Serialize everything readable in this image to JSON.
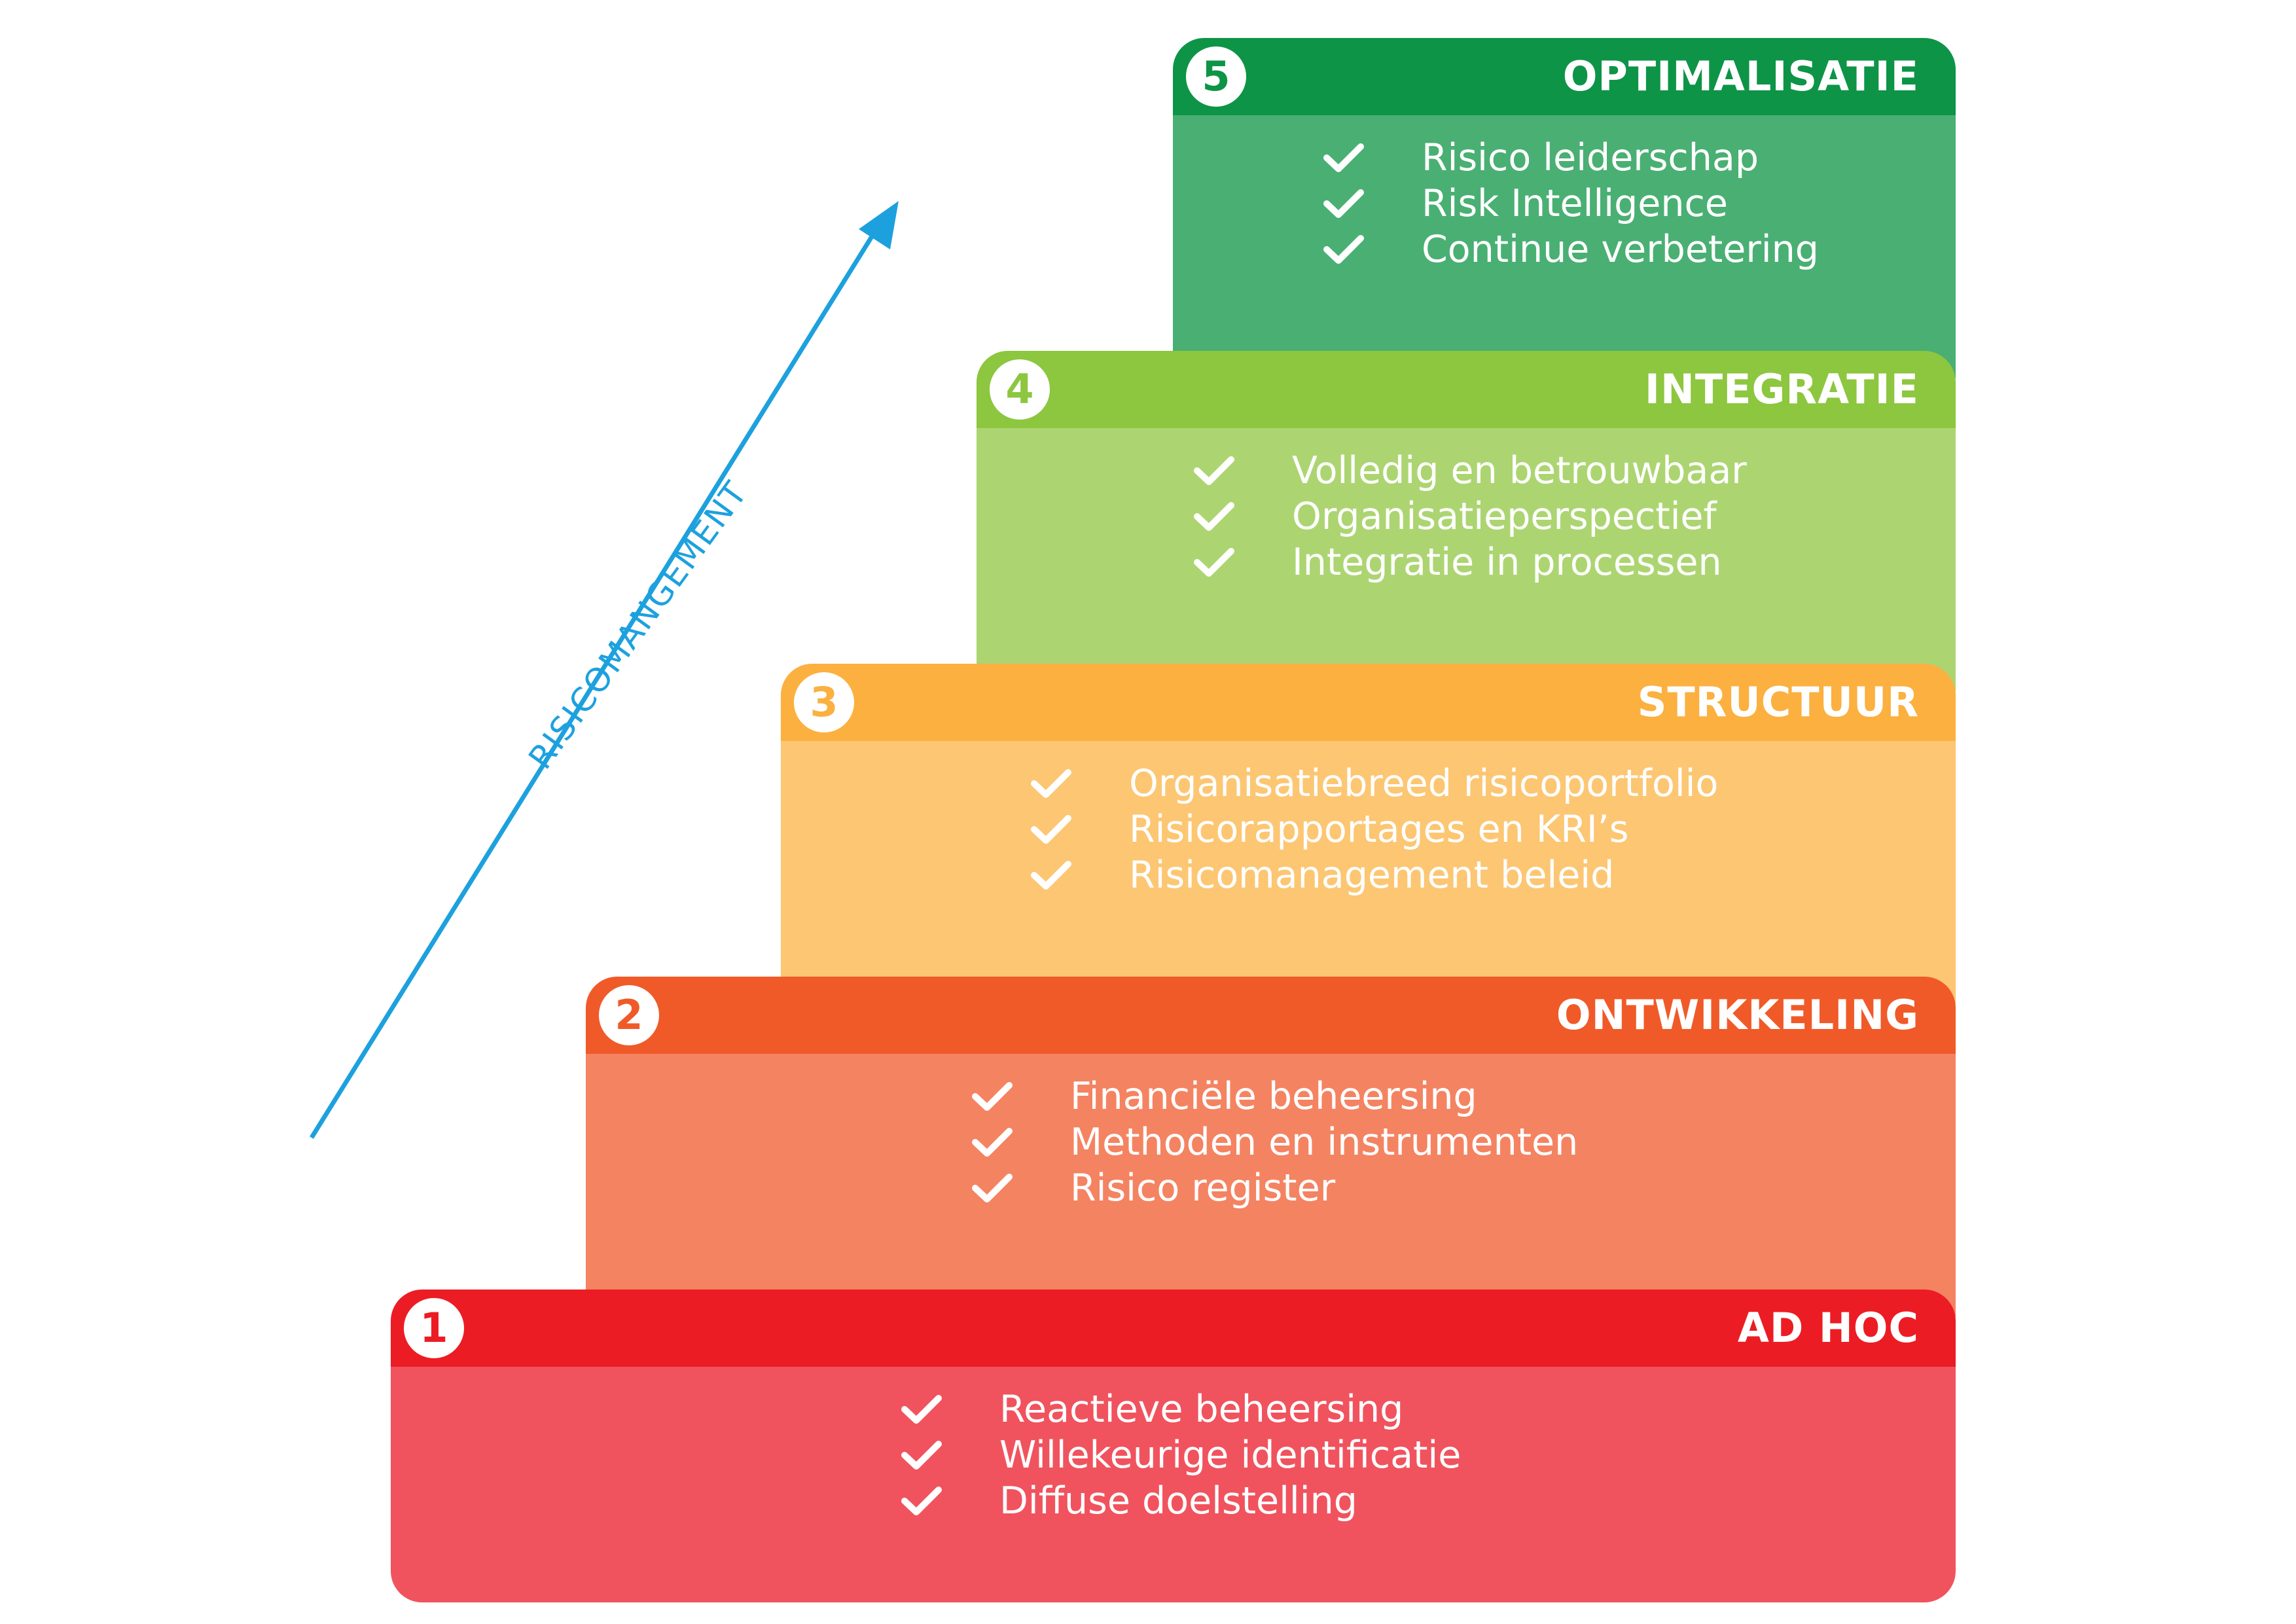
{
  "arrow": {
    "label": "RISICOMANGEMENT",
    "color": "#1da1de"
  },
  "levels": [
    {
      "number": "1",
      "title": "AD HOC",
      "header_color": "#ec1c24",
      "body_color": "#f0535e",
      "items": [
        "Reactieve beheersing",
        "Willekeurige identificatie",
        "Diffuse doelstelling"
      ]
    },
    {
      "number": "2",
      "title": "ONTWIKKELING",
      "header_color": "#f05a28",
      "body_color": "#f48362",
      "items": [
        "Financiële beheersing",
        "Methoden en instrumenten",
        "Risico register"
      ]
    },
    {
      "number": "3",
      "title": "STRUCTUUR",
      "header_color": "#fbb040",
      "body_color": "#fcc673",
      "items": [
        "Organisatiebreed risicoportfolio",
        "Risicorapportages en KRI’s",
        "Risicomanagement beleid"
      ]
    },
    {
      "number": "4",
      "title": "INTEGRATIE",
      "header_color": "#8dc63f",
      "body_color": "#acd572",
      "items": [
        "Volledig en betrouwbaar",
        "Organisatieperspectief",
        "Integratie in processen"
      ]
    },
    {
      "number": "5",
      "title": "OPTIMALISATIE",
      "header_color": "#0e9447",
      "body_color": "#4aaf73",
      "items": [
        "Risico leiderschap",
        "Risk Intelligence",
        "Continue verbetering"
      ]
    }
  ]
}
